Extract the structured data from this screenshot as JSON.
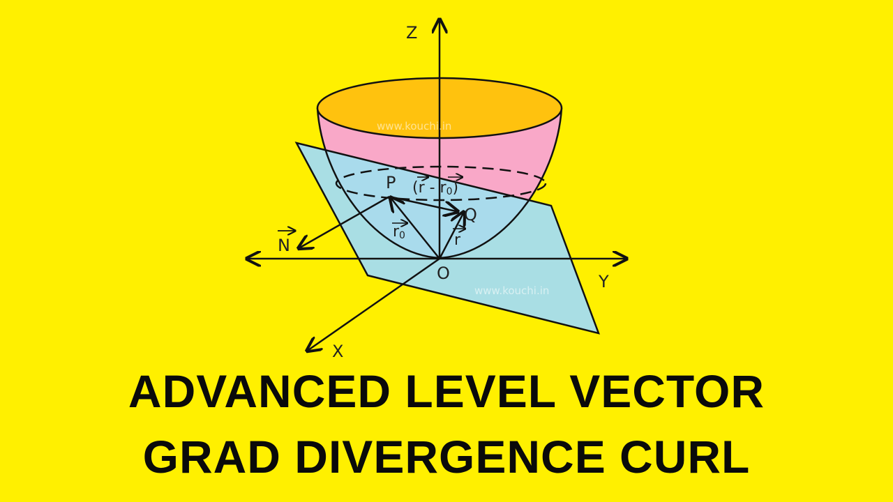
{
  "title": {
    "line1": "ADVANCED LEVEL VECTOR",
    "line2": "GRAD DIVERGENCE CURL"
  },
  "diagram": {
    "axes": {
      "z": "Z",
      "y": "Y",
      "x": "X",
      "origin": "O"
    },
    "points": {
      "p": "P",
      "q": "Q"
    },
    "vectors": {
      "normal": "N",
      "r": "r",
      "r0": "r",
      "r0_sub": "0",
      "difference": "(r - r",
      "difference_sub": "0",
      "difference_close": ")"
    },
    "watermarks": [
      "www.kouchi.in",
      "www.kouchi.in"
    ]
  },
  "colors": {
    "background": "#FFF000",
    "bowl_rim": "#FFC20E",
    "bowl_body": "#F9A8C8",
    "plane": "#A6DDED",
    "ink": "#111111"
  }
}
